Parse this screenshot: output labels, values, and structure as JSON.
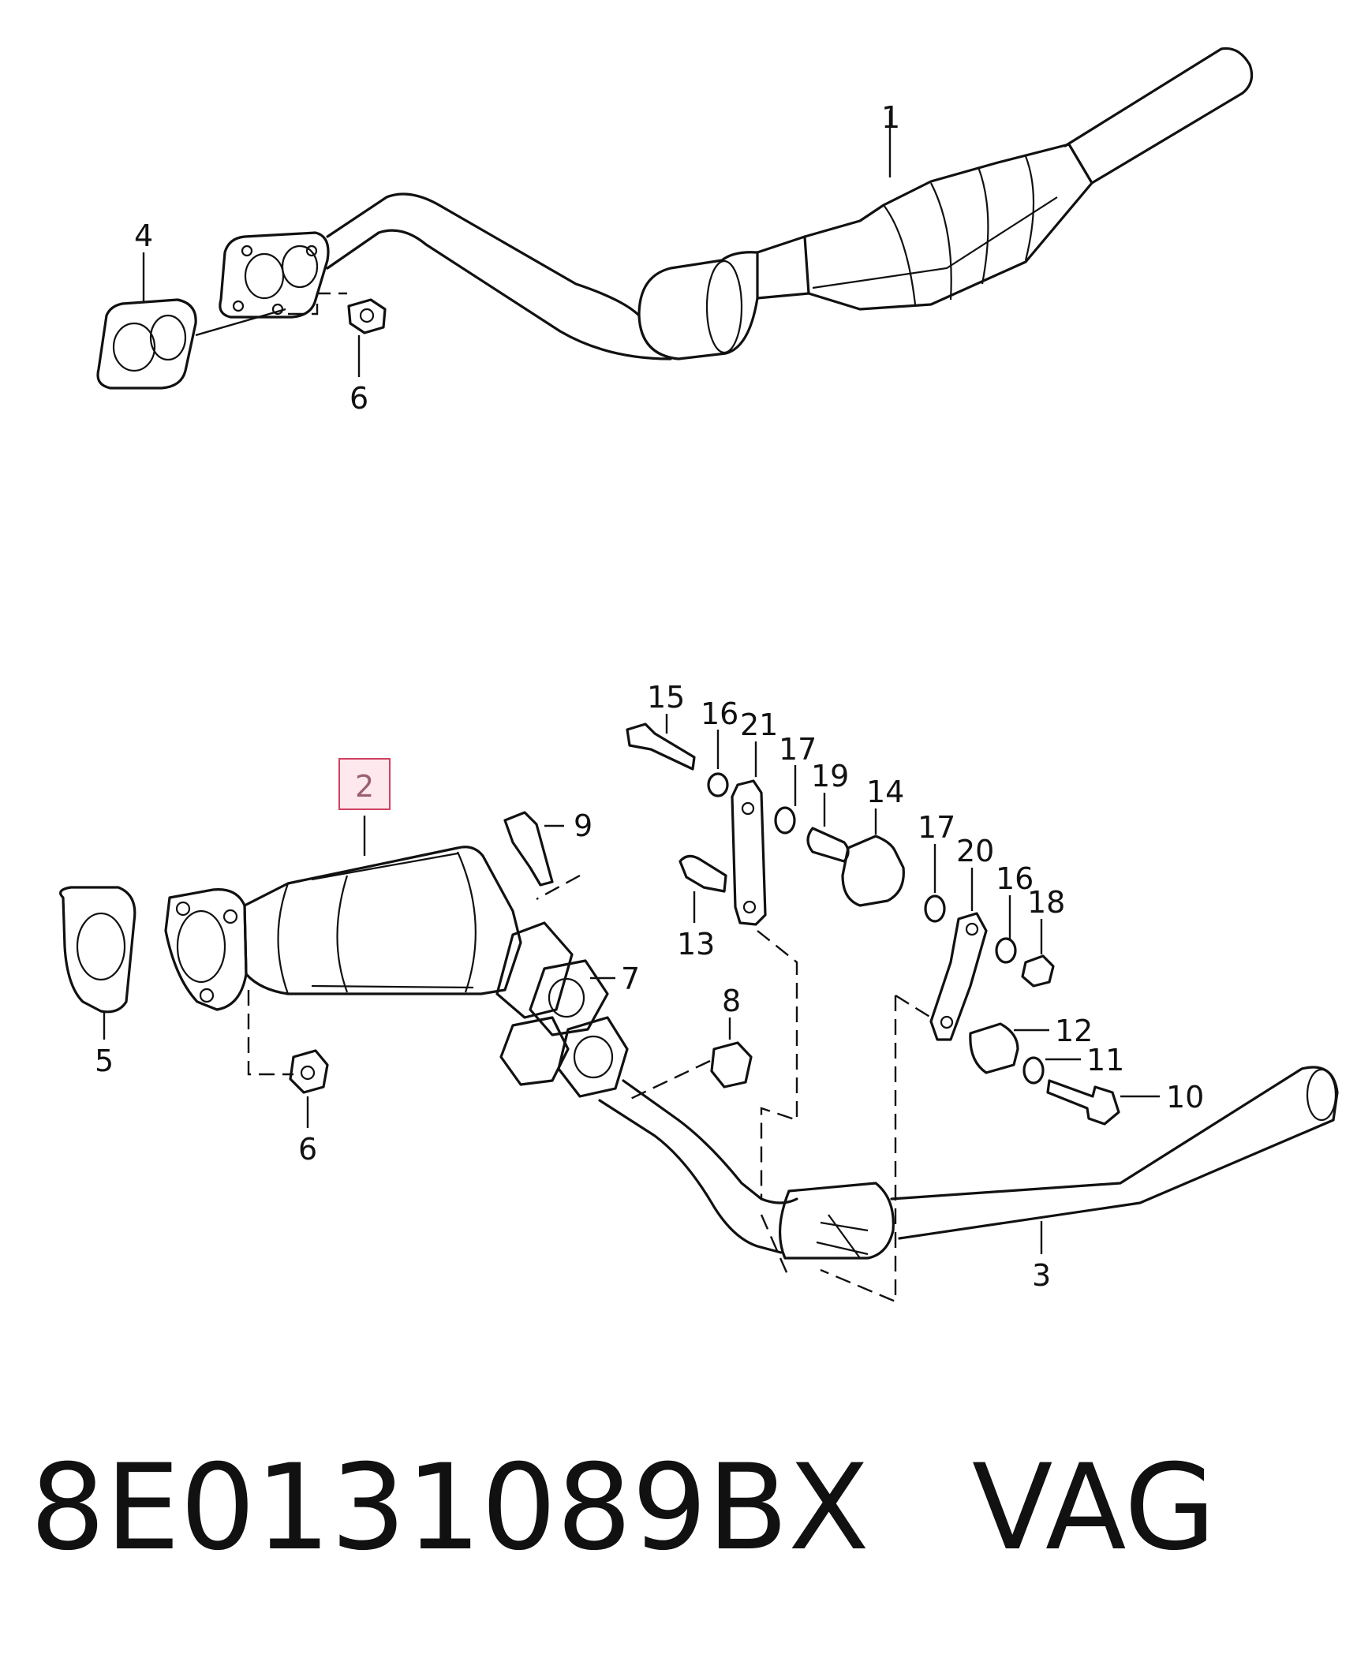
{
  "diagram": {
    "callouts": [
      {
        "id": "c1",
        "text": "1"
      },
      {
        "id": "c4",
        "text": "4"
      },
      {
        "id": "c6a",
        "text": "6"
      },
      {
        "id": "c2",
        "text": "2",
        "highlighted": true
      },
      {
        "id": "c9",
        "text": "9"
      },
      {
        "id": "c15",
        "text": "15"
      },
      {
        "id": "c16a",
        "text": "16"
      },
      {
        "id": "c21",
        "text": "21"
      },
      {
        "id": "c17a",
        "text": "17"
      },
      {
        "id": "c19",
        "text": "19"
      },
      {
        "id": "c14",
        "text": "14"
      },
      {
        "id": "c17b",
        "text": "17"
      },
      {
        "id": "c20",
        "text": "20"
      },
      {
        "id": "c16b",
        "text": "16"
      },
      {
        "id": "c18",
        "text": "18"
      },
      {
        "id": "c13",
        "text": "13"
      },
      {
        "id": "c7",
        "text": "7"
      },
      {
        "id": "c8",
        "text": "8"
      },
      {
        "id": "c12",
        "text": "12"
      },
      {
        "id": "c11",
        "text": "11"
      },
      {
        "id": "c10",
        "text": "10"
      },
      {
        "id": "c5",
        "text": "5"
      },
      {
        "id": "c6b",
        "text": "6"
      },
      {
        "id": "c3",
        "text": "3"
      }
    ],
    "highlight_color": "#d04060"
  },
  "caption": {
    "part_number": "8E0131089BX",
    "brand": "VAG"
  }
}
